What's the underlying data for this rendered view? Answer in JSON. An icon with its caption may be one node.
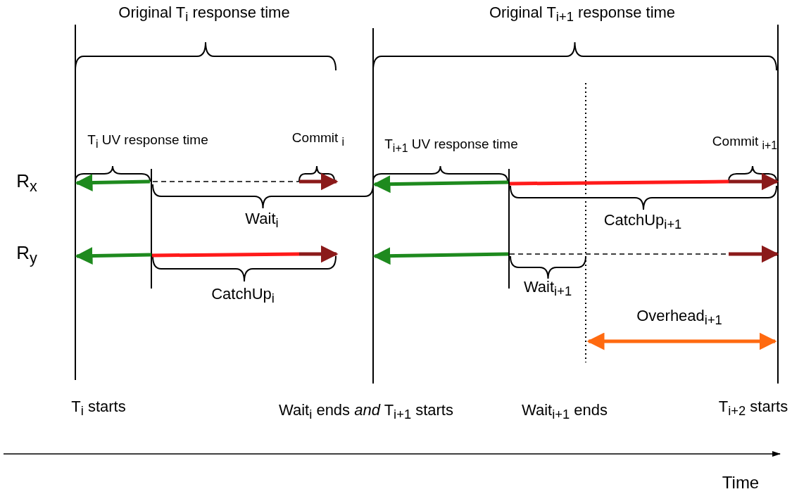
{
  "diagram": {
    "labels": [
      "Original T$_{i}$ response time",
      "Original T$_{i+1}$ response time",
      "T$_{i}$ UV response time",
      "Commit $_{i}$",
      "T$_{i+1}$ UV response time",
      "Commit $_{i+1}$",
      "R$_{x}$",
      "Wait$_{i}$",
      "CatchUp$_{i+1}$",
      "R$_{y}$",
      "CatchUp$_{i}$",
      "Wait$_{i+1}$",
      "Overhead$_{i+1}$",
      "T$_{i}$ starts",
      "Wait$_{i}$ ends *and* T$_{i+1}$ starts",
      "Wait$_{i+1}$ ends",
      "T$_{i+2}$ starts",
      "Time"
    ]
  }
}
